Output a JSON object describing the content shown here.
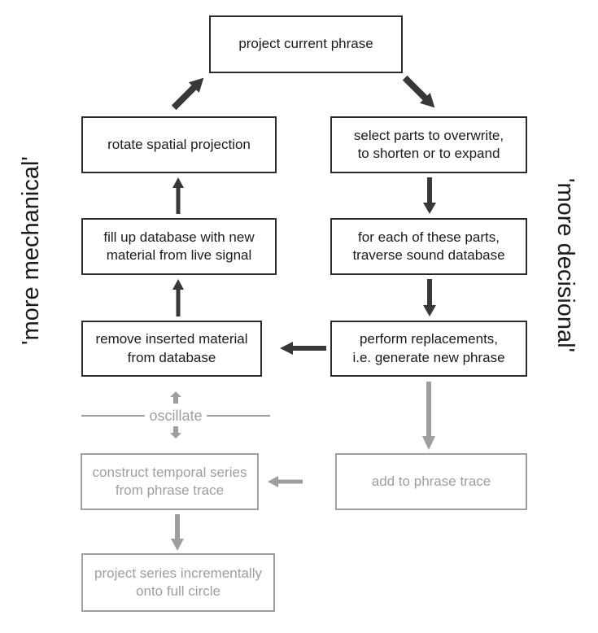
{
  "diagram": {
    "colors": {
      "dark": "#383838",
      "dark_border": "#2b2b2b",
      "text_dark": "#1b1b1b",
      "gray": "#9e9e9e"
    },
    "side_labels": {
      "left": "'more mechanical'",
      "right": "'more decisional'"
    },
    "oscillate": {
      "label": "oscillate"
    },
    "nodes": {
      "project_current_phrase": "project current phrase",
      "rotate_spatial_projection": "rotate spatial projection",
      "select_parts": "select parts to overwrite,\nto shorten or to expand",
      "fill_up_database": "fill up database with new\nmaterial from live signal",
      "traverse_sound_database": "for each of these parts,\ntraverse sound database",
      "remove_inserted_material": "remove inserted material\nfrom database",
      "perform_replacements": "perform replacements,\ni.e. generate new phrase",
      "construct_temporal_series": "construct temporal series\nfrom phrase trace",
      "add_to_phrase_trace": "add to phrase trace",
      "project_series_incrementally": "project series incrementally\nonto full circle"
    }
  }
}
